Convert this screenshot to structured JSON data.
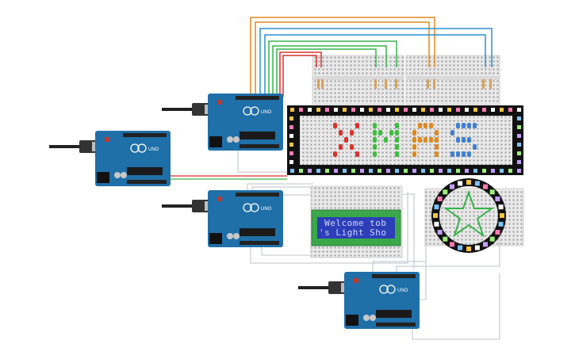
{
  "circuit": {
    "boards": [
      {
        "id": "arduino-left",
        "label": "UNO"
      },
      {
        "id": "arduino-top",
        "label": "UNO"
      },
      {
        "id": "arduino-mid",
        "label": "UNO"
      },
      {
        "id": "arduino-bottom",
        "label": "UNO"
      }
    ],
    "lcd": {
      "line1": " Welcome tob",
      "line2": "'s Light Sho",
      "backlight_color": "#2c3fb8",
      "text_color": "#cfd8ff"
    },
    "led_matrix": {
      "letters": [
        {
          "name": "X",
          "color": "#d8322d"
        },
        {
          "name": "M",
          "color": "#3bbf3b"
        },
        {
          "name": "A",
          "color": "#e08a1e"
        },
        {
          "name": "S",
          "color": "#3f7fd0"
        }
      ]
    },
    "colors": {
      "arduino_blue": "#1f6fa8",
      "breadboard": "#e8e8e8",
      "neopixel_frame": "#111111",
      "wire_orange": "#e08a1e",
      "wire_blue": "#2b8fd0",
      "wire_green": "#37b34a",
      "wire_red": "#d8322d",
      "wire_gray": "#c9ced6"
    }
  }
}
